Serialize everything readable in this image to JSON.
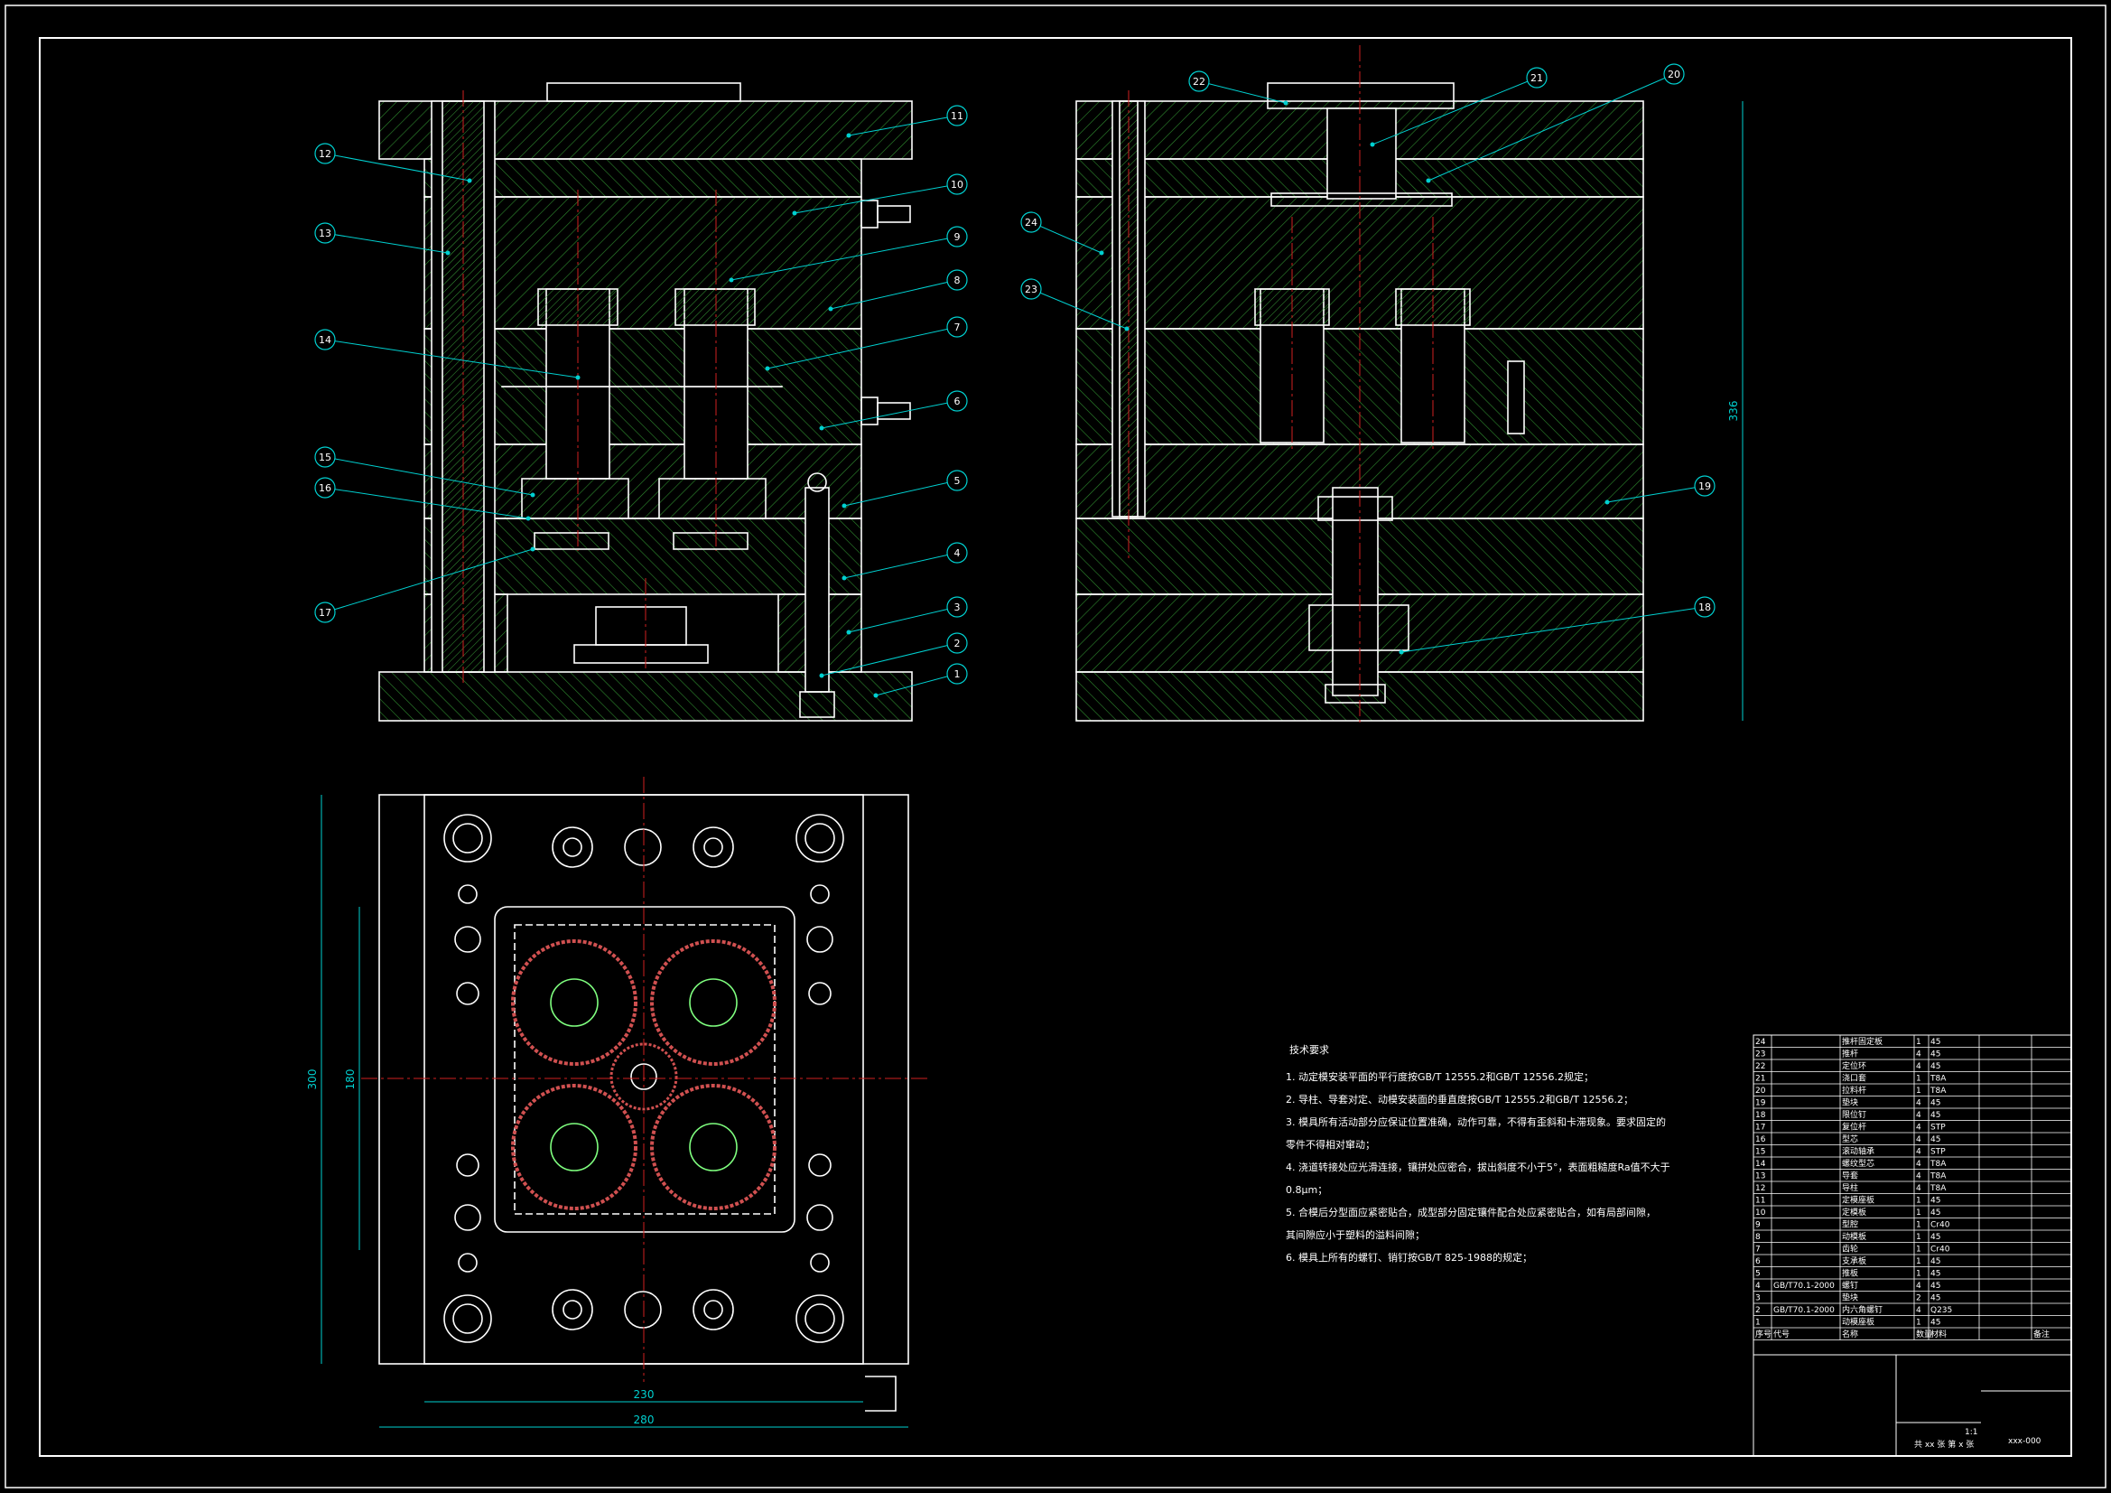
{
  "drawing": {
    "background": "#000000",
    "line_color": "#ffffff",
    "hatch_color": "#2e8b2e",
    "leader_color": "#00d0d0",
    "center_color": "#d02020",
    "callouts_front": [
      "1",
      "2",
      "3",
      "4",
      "5",
      "6",
      "7",
      "8",
      "9",
      "10",
      "11",
      "12",
      "13",
      "14",
      "15",
      "16",
      "17"
    ],
    "callouts_side": [
      "18",
      "19",
      "20",
      "21",
      "22",
      "23",
      "24"
    ],
    "dimensions": {
      "bottom_width_inner": "230",
      "bottom_width_outer": "280",
      "left_height_outer": "300",
      "left_height_inner": "180",
      "side_height": "336"
    }
  },
  "notes": {
    "title": "技术要求",
    "lines": [
      "1. 动定模安装平面的平行度按GB/T 12555.2和GB/T 12556.2规定；",
      "2. 导柱、导套对定、动模安装面的垂直度按GB/T 12555.2和GB/T 12556.2；",
      "3. 模具所有活动部分应保证位置准确，动作可靠，不得有歪斜和卡滞现象。要求固定的",
      "   零件不得相对窜动；",
      "4. 浇道转接处应光滑连接，镶拼处应密合，拔出斜度不小于5°，表面粗糙度Ra值不大于",
      "   0.8μm；",
      "5. 合模后分型面应紧密贴合，成型部分固定镶件配合处应紧密贴合，如有局部间隙，",
      "   其间隙应小于塑料的溢料间隙；",
      "6. 模具上所有的螺钉、销钉按GB/T 825-1988的规定；"
    ]
  },
  "bom": {
    "rows": [
      {
        "no": "24",
        "std": "",
        "name": "推杆固定板",
        "qty": "1",
        "mat": "45",
        "note": ""
      },
      {
        "no": "23",
        "std": "",
        "name": "推杆",
        "qty": "4",
        "mat": "45",
        "note": ""
      },
      {
        "no": "22",
        "std": "",
        "name": "定位环",
        "qty": "4",
        "mat": "45",
        "note": ""
      },
      {
        "no": "21",
        "std": "",
        "name": "浇口套",
        "qty": "1",
        "mat": "T8A",
        "note": ""
      },
      {
        "no": "20",
        "std": "",
        "name": "拉料杆",
        "qty": "1",
        "mat": "T8A",
        "note": ""
      },
      {
        "no": "19",
        "std": "",
        "name": "垫块",
        "qty": "4",
        "mat": "45",
        "note": ""
      },
      {
        "no": "18",
        "std": "",
        "name": "限位钉",
        "qty": "4",
        "mat": "45",
        "note": ""
      },
      {
        "no": "17",
        "std": "",
        "name": "复位杆",
        "qty": "4",
        "mat": "STP",
        "note": ""
      },
      {
        "no": "16",
        "std": "",
        "name": "型芯",
        "qty": "4",
        "mat": "45",
        "note": ""
      },
      {
        "no": "15",
        "std": "",
        "name": "滚动轴承",
        "qty": "4",
        "mat": "STP",
        "note": ""
      },
      {
        "no": "14",
        "std": "",
        "name": "螺纹型芯",
        "qty": "4",
        "mat": "T8A",
        "note": ""
      },
      {
        "no": "13",
        "std": "",
        "name": "导套",
        "qty": "4",
        "mat": "T8A",
        "note": ""
      },
      {
        "no": "12",
        "std": "",
        "name": "导柱",
        "qty": "4",
        "mat": "T8A",
        "note": ""
      },
      {
        "no": "11",
        "std": "",
        "name": "定模座板",
        "qty": "1",
        "mat": "45",
        "note": ""
      },
      {
        "no": "10",
        "std": "",
        "name": "定模板",
        "qty": "1",
        "mat": "45",
        "note": ""
      },
      {
        "no": "9",
        "std": "",
        "name": "型腔",
        "qty": "1",
        "mat": "Cr40",
        "note": ""
      },
      {
        "no": "8",
        "std": "",
        "name": "动模板",
        "qty": "1",
        "mat": "45",
        "note": ""
      },
      {
        "no": "7",
        "std": "",
        "name": "齿轮",
        "qty": "1",
        "mat": "Cr40",
        "note": ""
      },
      {
        "no": "6",
        "std": "",
        "name": "支承板",
        "qty": "1",
        "mat": "45",
        "note": ""
      },
      {
        "no": "5",
        "std": "",
        "name": "推板",
        "qty": "1",
        "mat": "45",
        "note": ""
      },
      {
        "no": "4",
        "std": "GB/T70.1-2000",
        "name": "螺钉",
        "qty": "4",
        "mat": "45",
        "note": ""
      },
      {
        "no": "3",
        "std": "",
        "name": "垫块",
        "qty": "2",
        "mat": "45",
        "note": ""
      },
      {
        "no": "2",
        "std": "GB/T70.1-2000",
        "name": "内六角螺钉",
        "qty": "4",
        "mat": "Q235",
        "note": ""
      },
      {
        "no": "1",
        "std": "",
        "name": "动模座板",
        "qty": "1",
        "mat": "45",
        "note": ""
      }
    ],
    "header": {
      "no": "序号",
      "std": "代号",
      "name": "名称",
      "qty": "数量",
      "mat": "材料",
      "note": "备注"
    },
    "title_block": {
      "drawing_no": "xxx-000",
      "sheet": "共 xx 张  第 x 张",
      "scale": "1:1"
    }
  }
}
